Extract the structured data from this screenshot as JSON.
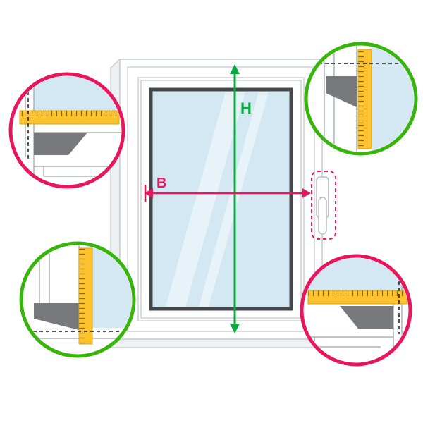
{
  "diagram": {
    "title": "window-measurement-diagram",
    "labels": {
      "height": "H",
      "width": "B"
    },
    "colors": {
      "arrow_green": "#0aa93e",
      "arrow_red": "#e8175d",
      "callout_green": "#38b50c",
      "callout_red": "#e8175d",
      "tape_yellow": "#fdc32f",
      "tape_border": "#dfa312",
      "tape_tick": "#8a6a00",
      "glass_blue": "#d4e8f4",
      "profile_gray": "#77797c",
      "frame_line": "#c6cacd",
      "frame_white": "#ffffff",
      "glazing_dark": "#45484b",
      "depth_gray": "#edf0f2",
      "dash_black": "#17181a"
    },
    "window": {
      "parts": [
        "outer-frame",
        "sash",
        "glazing",
        "handle"
      ],
      "handle_highlight": "dashed-red-box"
    },
    "callouts": [
      {
        "id": "top-left",
        "border_color": "red",
        "shows": "frame cross-section, horizontal measuring tape"
      },
      {
        "id": "top-right",
        "border_color": "green",
        "shows": "frame cross-section, vertical measuring tape"
      },
      {
        "id": "bottom-left",
        "border_color": "green",
        "shows": "frame cross-section, vertical measuring tape"
      },
      {
        "id": "bottom-right",
        "border_color": "red",
        "shows": "frame cross-section, horizontal measuring tape"
      }
    ]
  }
}
